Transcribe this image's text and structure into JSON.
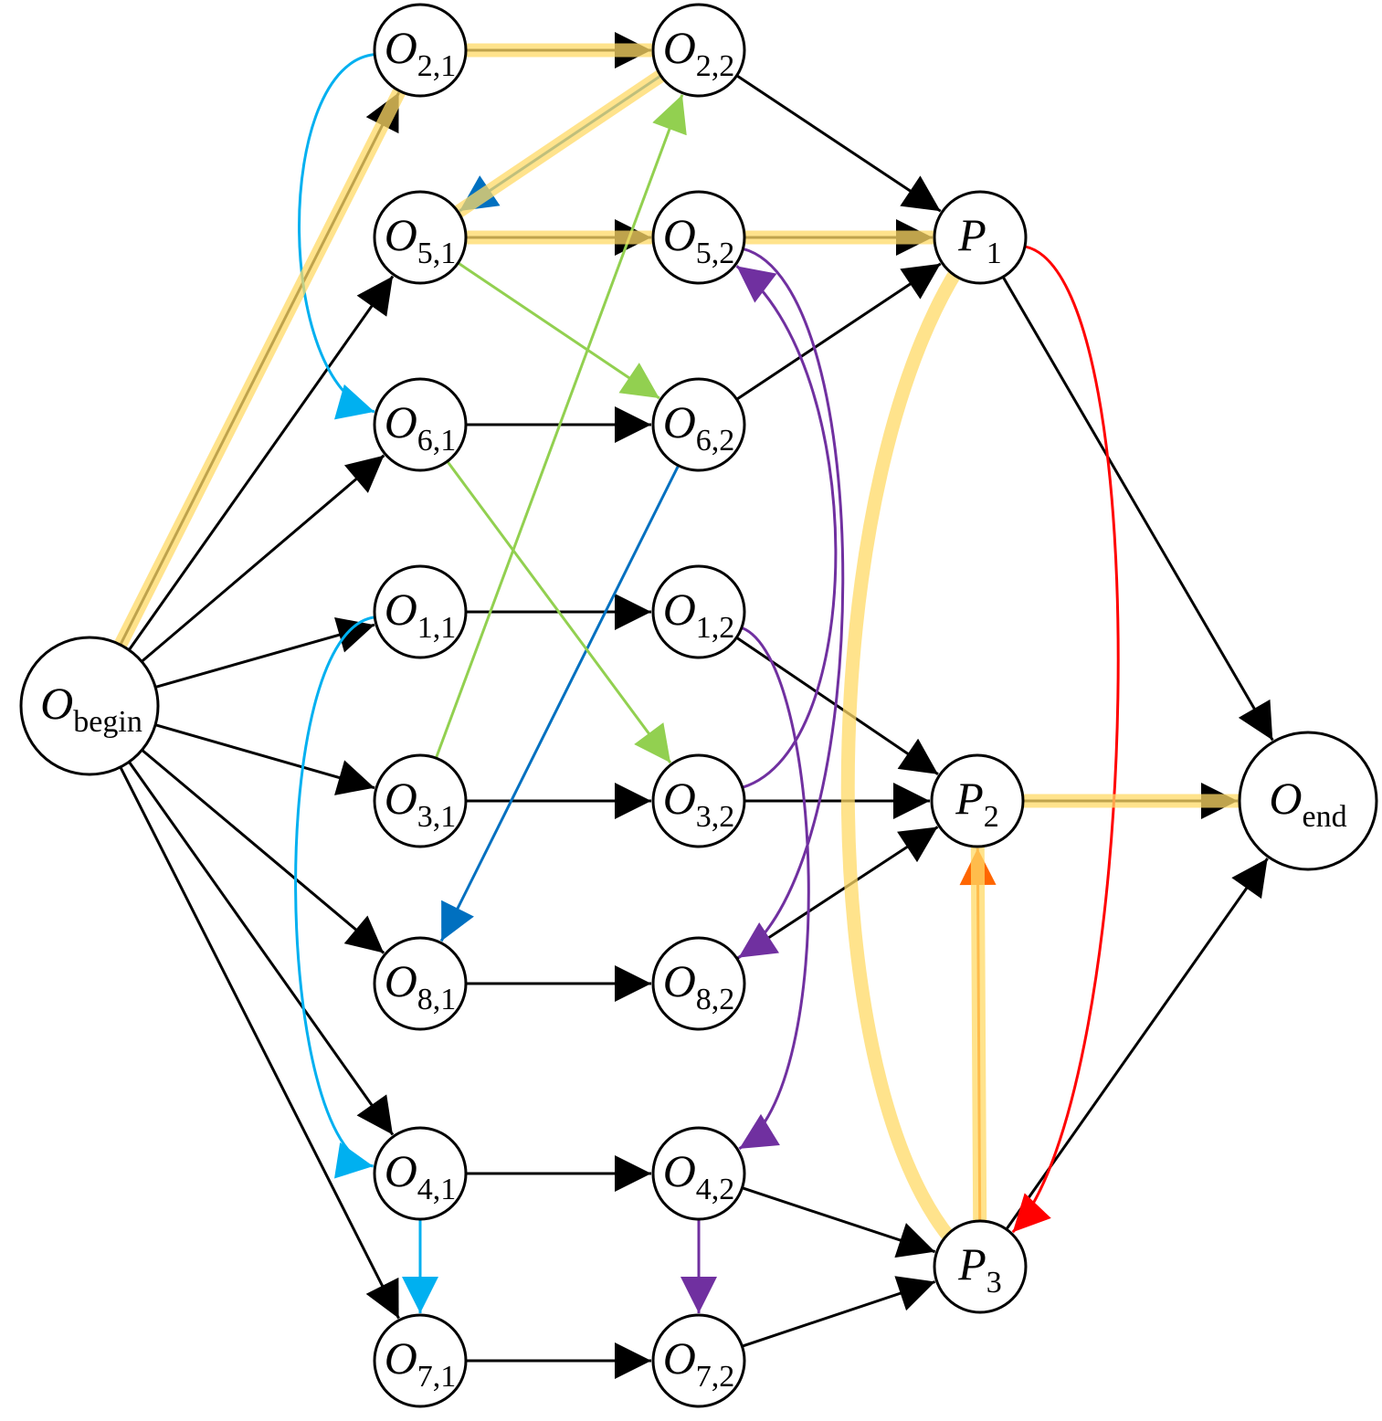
{
  "colors": {
    "default": "#000000",
    "cyan": "#00b0f0",
    "green": "#92d050",
    "blue": "#0070c0",
    "purple": "#7030a0",
    "red": "#ff0000",
    "orange": "#ff6600",
    "highlight": "#ffd966"
  },
  "nodes": [
    {
      "id": "begin",
      "main": "O",
      "sub": "begin"
    },
    {
      "id": "o21",
      "main": "O",
      "sub": "2,1"
    },
    {
      "id": "o22",
      "main": "O",
      "sub": "2,2"
    },
    {
      "id": "o51",
      "main": "O",
      "sub": "5,1"
    },
    {
      "id": "o52",
      "main": "O",
      "sub": "5,2"
    },
    {
      "id": "o61",
      "main": "O",
      "sub": "6,1"
    },
    {
      "id": "o62",
      "main": "O",
      "sub": "6,2"
    },
    {
      "id": "o11",
      "main": "O",
      "sub": "1,1"
    },
    {
      "id": "o12",
      "main": "O",
      "sub": "1,2"
    },
    {
      "id": "o31",
      "main": "O",
      "sub": "3,1"
    },
    {
      "id": "o32",
      "main": "O",
      "sub": "3,2"
    },
    {
      "id": "o81",
      "main": "O",
      "sub": "8,1"
    },
    {
      "id": "o82",
      "main": "O",
      "sub": "8,2"
    },
    {
      "id": "o41",
      "main": "O",
      "sub": "4,1"
    },
    {
      "id": "o42",
      "main": "O",
      "sub": "4,2"
    },
    {
      "id": "o71",
      "main": "O",
      "sub": "7,1"
    },
    {
      "id": "o72",
      "main": "O",
      "sub": "7,2"
    },
    {
      "id": "p1",
      "main": "P",
      "sub": "1"
    },
    {
      "id": "p2",
      "main": "P",
      "sub": "2"
    },
    {
      "id": "p3",
      "main": "P",
      "sub": "3"
    },
    {
      "id": "end",
      "main": "O",
      "sub": "end"
    }
  ],
  "edges": [
    {
      "from": "begin",
      "to": "o21",
      "color": "default"
    },
    {
      "from": "begin",
      "to": "o51",
      "color": "default"
    },
    {
      "from": "begin",
      "to": "o61",
      "color": "default"
    },
    {
      "from": "begin",
      "to": "o11",
      "color": "default"
    },
    {
      "from": "begin",
      "to": "o31",
      "color": "default"
    },
    {
      "from": "begin",
      "to": "o81",
      "color": "default"
    },
    {
      "from": "begin",
      "to": "o41",
      "color": "default"
    },
    {
      "from": "begin",
      "to": "o71",
      "color": "default"
    },
    {
      "from": "o21",
      "to": "o22",
      "color": "default"
    },
    {
      "from": "o51",
      "to": "o52",
      "color": "default"
    },
    {
      "from": "o61",
      "to": "o62",
      "color": "default"
    },
    {
      "from": "o11",
      "to": "o12",
      "color": "default"
    },
    {
      "from": "o31",
      "to": "o32",
      "color": "default"
    },
    {
      "from": "o81",
      "to": "o82",
      "color": "default"
    },
    {
      "from": "o41",
      "to": "o42",
      "color": "default"
    },
    {
      "from": "o71",
      "to": "o72",
      "color": "default"
    },
    {
      "from": "o22",
      "to": "p1",
      "color": "default"
    },
    {
      "from": "o52",
      "to": "p1",
      "color": "default"
    },
    {
      "from": "o62",
      "to": "p1",
      "color": "default"
    },
    {
      "from": "o12",
      "to": "p2",
      "color": "default"
    },
    {
      "from": "o32",
      "to": "p2",
      "color": "default"
    },
    {
      "from": "o82",
      "to": "p2",
      "color": "default"
    },
    {
      "from": "o42",
      "to": "p3",
      "color": "default"
    },
    {
      "from": "o72",
      "to": "p3",
      "color": "default"
    },
    {
      "from": "p1",
      "to": "end",
      "color": "default"
    },
    {
      "from": "p2",
      "to": "end",
      "color": "default"
    },
    {
      "from": "p3",
      "to": "end",
      "color": "default"
    },
    {
      "from": "o22",
      "to": "o51",
      "color": "blue"
    },
    {
      "from": "o62",
      "to": "o81",
      "color": "blue"
    },
    {
      "from": "o51",
      "to": "o62",
      "color": "green"
    },
    {
      "from": "o31",
      "to": "o22",
      "color": "green"
    },
    {
      "from": "o61",
      "to": "o32",
      "color": "green"
    },
    {
      "from": "o21",
      "to": "o61",
      "color": "cyan",
      "curved": true
    },
    {
      "from": "o11",
      "to": "o41",
      "color": "cyan",
      "curved": true
    },
    {
      "from": "o41",
      "to": "o71",
      "color": "cyan"
    },
    {
      "from": "o32",
      "to": "o52",
      "color": "purple",
      "curved": true
    },
    {
      "from": "o52",
      "to": "o82",
      "color": "purple",
      "curved": true
    },
    {
      "from": "o12",
      "to": "o42",
      "color": "purple",
      "curved": true
    },
    {
      "from": "o42",
      "to": "o72",
      "color": "purple"
    },
    {
      "from": "p1",
      "to": "p3",
      "color": "red",
      "curved": true
    },
    {
      "from": "p3",
      "to": "p2",
      "color": "orange"
    }
  ],
  "highlight_path": [
    "begin",
    "o21",
    "o22",
    "o51",
    "o52",
    "p1",
    "p3",
    "p2",
    "end"
  ]
}
